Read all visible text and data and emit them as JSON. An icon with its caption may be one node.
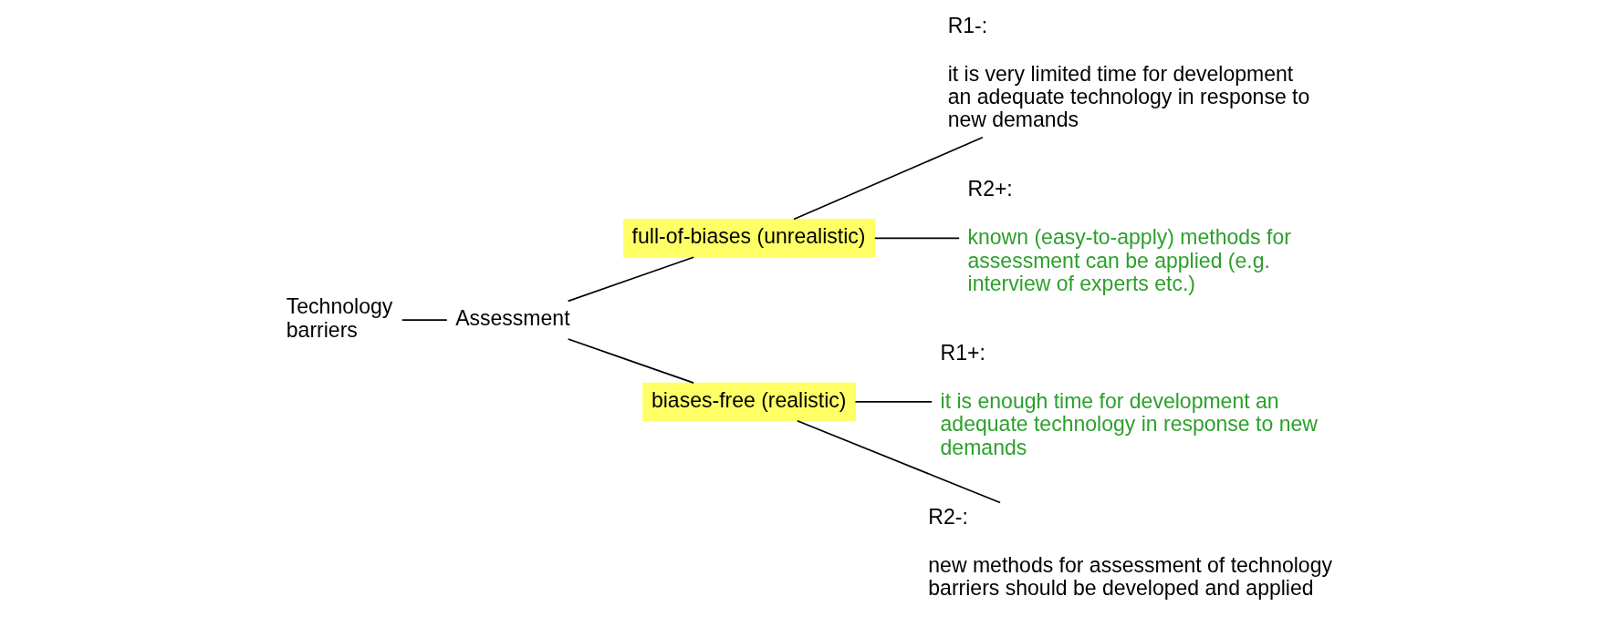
{
  "diagram": {
    "nodes": [
      {
        "text": [
          "Technology barriers"
        ]
      },
      {
        "text": [
          "Assessment"
        ]
      },
      {
        "text": [
          "full-of-biases (unrealistic)"
        ]
      },
      {
        "text": [
          "biases-free (realistic)"
        ]
      },
      {
        "text": [
          "R1-:",
          "it is very limited time for development an adequate technology in response to new demands"
        ]
      },
      {
        "text": [
          "R2+:",
          "known (easy-to-apply) methods for assessment can be applied (e.g. interview of experts etc.)"
        ]
      },
      {
        "text": [
          "R1+:",
          "it is enough time for development an adequate technology in response to new demands"
        ]
      },
      {
        "text": [
          "R2-:",
          "new methods for assessment of technology barriers should be developed and applied"
        ]
      }
    ],
    "edges": [
      {
        "from": 0,
        "to": 1,
        "arrow": "none"
      },
      {
        "from": 1,
        "to": 2,
        "arrow": "none"
      },
      {
        "from": 1,
        "to": 3,
        "arrow": "none"
      },
      {
        "from": 2,
        "to": 4,
        "arrow": "none"
      },
      {
        "from": 2,
        "to": 5,
        "arrow": "none"
      },
      {
        "from": 3,
        "to": 6,
        "arrow": "none"
      },
      {
        "from": 3,
        "to": 7,
        "arrow": "none"
      }
    ]
  }
}
